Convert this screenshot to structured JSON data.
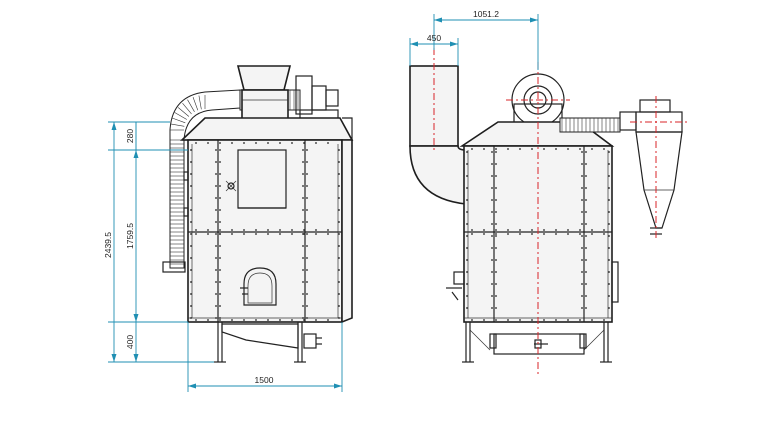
{
  "dimensions": {
    "front_overall_height": "2439.5",
    "front_body_height": "1759.5",
    "front_top_offset": "280",
    "front_leg_height": "400",
    "front_width": "1500",
    "side_center_distance": "1051.2",
    "side_inlet_width": "450"
  },
  "colors": {
    "dimension_line": "#1f8fb3",
    "center_line": "#d9252a",
    "outline": "#1e1e1e"
  }
}
